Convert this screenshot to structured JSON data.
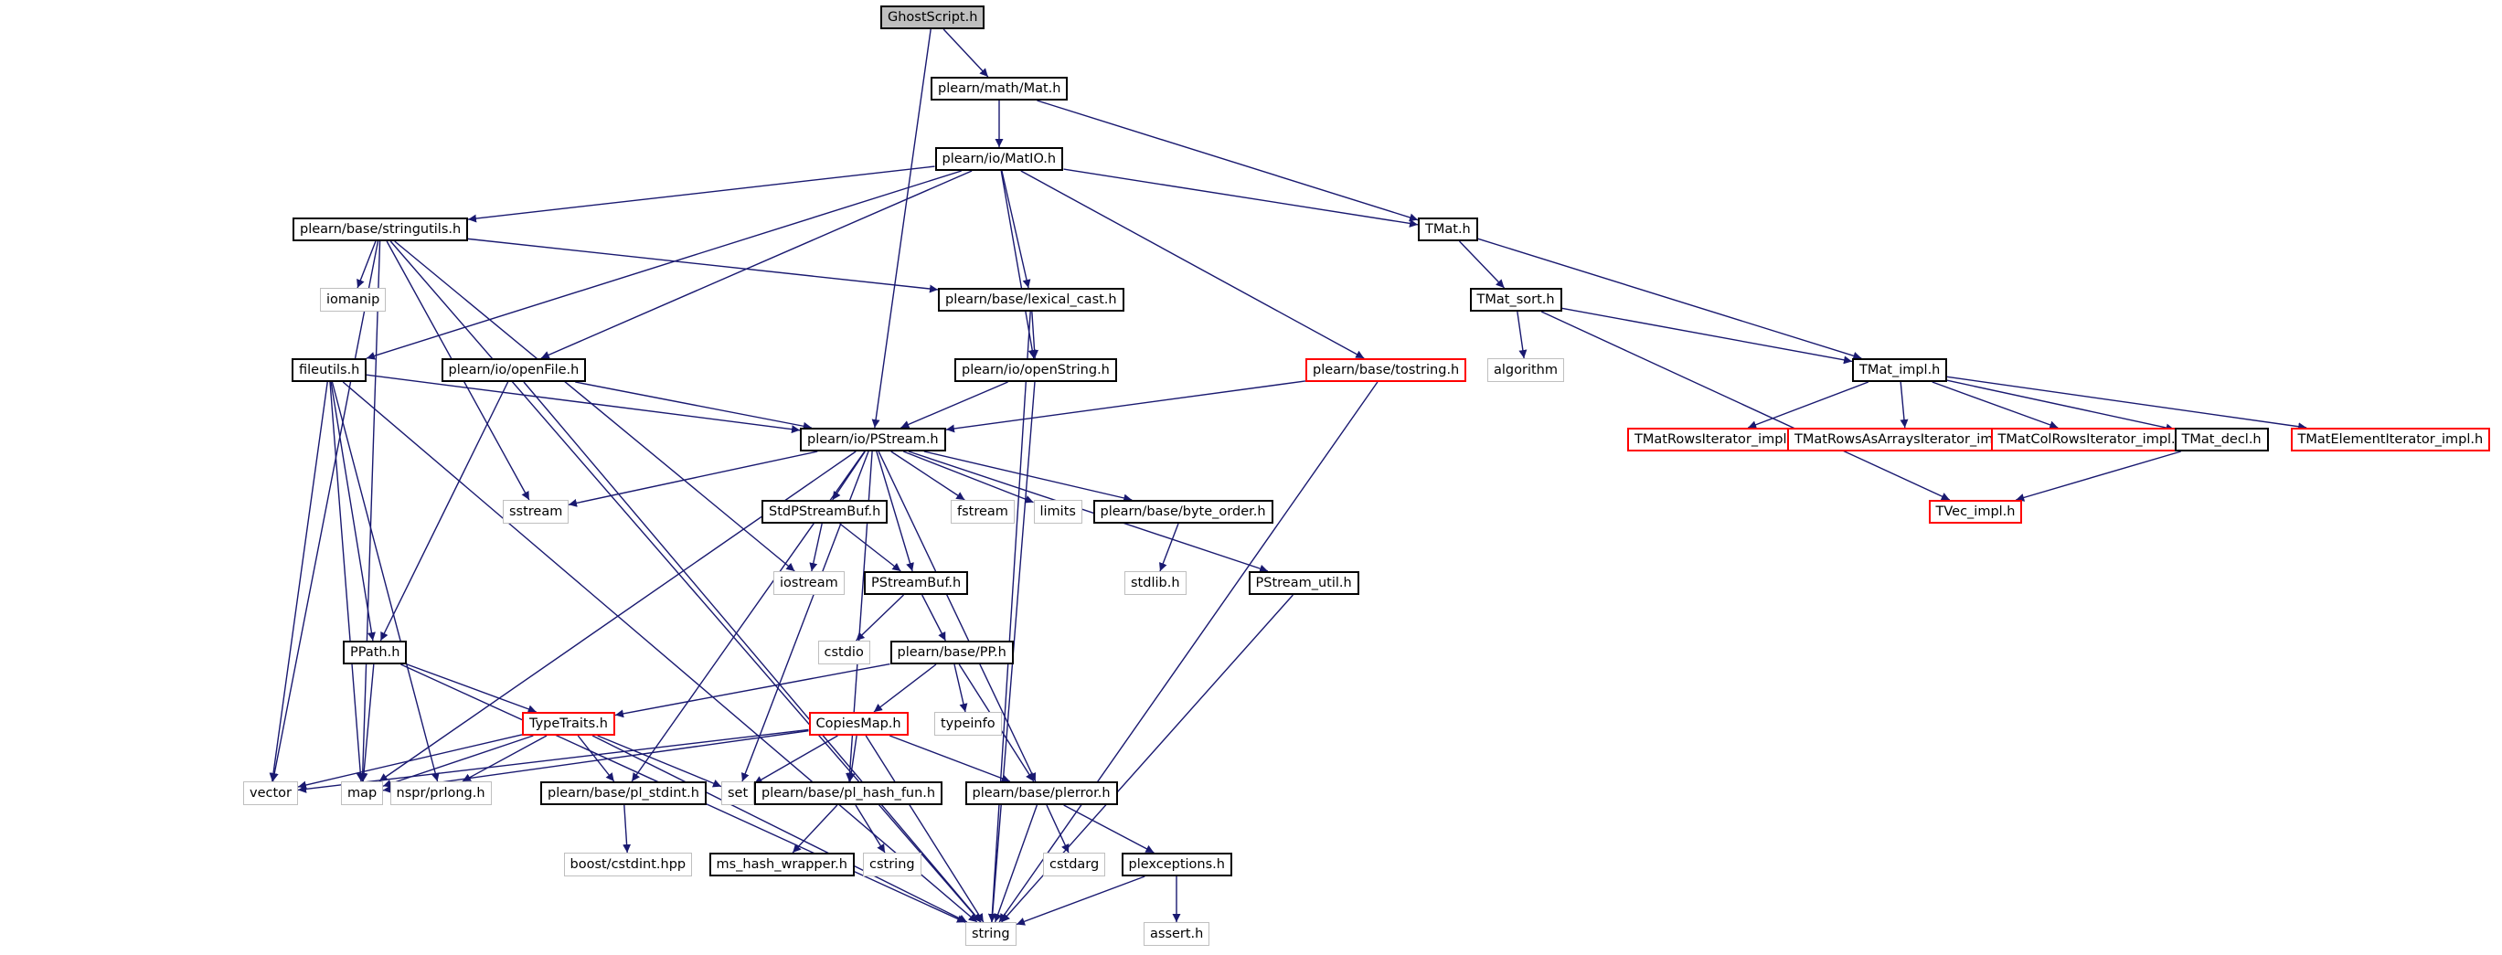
{
  "graph": {
    "nodes": [
      {
        "id": "ghost",
        "label": "GhostScript.h",
        "kind": "root"
      },
      {
        "id": "mat",
        "label": "plearn/math/Mat.h",
        "kind": "normal"
      },
      {
        "id": "matio",
        "label": "plearn/io/MatIO.h",
        "kind": "normal"
      },
      {
        "id": "tmat",
        "label": "TMat.h",
        "kind": "normal"
      },
      {
        "id": "stringutils",
        "label": "plearn/base/stringutils.h",
        "kind": "normal"
      },
      {
        "id": "iomanip",
        "label": "iomanip",
        "kind": "ext"
      },
      {
        "id": "lexical",
        "label": "plearn/base/lexical_cast.h",
        "kind": "normal"
      },
      {
        "id": "tmatsort",
        "label": "TMat_sort.h",
        "kind": "normal"
      },
      {
        "id": "algorithm",
        "label": "algorithm",
        "kind": "ext"
      },
      {
        "id": "fileutils",
        "label": "fileutils.h",
        "kind": "normal"
      },
      {
        "id": "openfile",
        "label": "plearn/io/openFile.h",
        "kind": "normal"
      },
      {
        "id": "openstring",
        "label": "plearn/io/openString.h",
        "kind": "normal"
      },
      {
        "id": "tostring",
        "label": "plearn/base/tostring.h",
        "kind": "trunc"
      },
      {
        "id": "tmatimpl",
        "label": "TMat_impl.h",
        "kind": "normal"
      },
      {
        "id": "pstream",
        "label": "plearn/io/PStream.h",
        "kind": "normal"
      },
      {
        "id": "rowsiter",
        "label": "TMatRowsIterator_impl.h",
        "kind": "trunc"
      },
      {
        "id": "rowsarr",
        "label": "TMatRowsAsArraysIterator_impl.h",
        "kind": "trunc"
      },
      {
        "id": "colrows",
        "label": "TMatColRowsIterator_impl.h",
        "kind": "trunc"
      },
      {
        "id": "tmatdecl",
        "label": "TMat_decl.h",
        "kind": "normal"
      },
      {
        "id": "elemiter",
        "label": "TMatElementIterator_impl.h",
        "kind": "trunc"
      },
      {
        "id": "sstream",
        "label": "sstream",
        "kind": "ext"
      },
      {
        "id": "stdpsbuf",
        "label": "StdPStreamBuf.h",
        "kind": "normal"
      },
      {
        "id": "fstream",
        "label": "fstream",
        "kind": "ext"
      },
      {
        "id": "limits",
        "label": "limits",
        "kind": "ext"
      },
      {
        "id": "byteorder",
        "label": "plearn/base/byte_order.h",
        "kind": "normal"
      },
      {
        "id": "tvecimpl",
        "label": "TVec_impl.h",
        "kind": "trunc"
      },
      {
        "id": "iostream",
        "label": "iostream",
        "kind": "ext"
      },
      {
        "id": "psbuf",
        "label": "PStreamBuf.h",
        "kind": "normal"
      },
      {
        "id": "stdlib",
        "label": "stdlib.h",
        "kind": "ext"
      },
      {
        "id": "psutil",
        "label": "PStream_util.h",
        "kind": "normal"
      },
      {
        "id": "cstdio",
        "label": "cstdio",
        "kind": "ext"
      },
      {
        "id": "pp",
        "label": "plearn/base/PP.h",
        "kind": "normal"
      },
      {
        "id": "ppath",
        "label": "PPath.h",
        "kind": "normal"
      },
      {
        "id": "typetraits",
        "label": "TypeTraits.h",
        "kind": "trunc"
      },
      {
        "id": "copiesmap",
        "label": "CopiesMap.h",
        "kind": "trunc"
      },
      {
        "id": "typeinfo",
        "label": "typeinfo",
        "kind": "ext"
      },
      {
        "id": "vector",
        "label": "vector",
        "kind": "ext"
      },
      {
        "id": "map",
        "label": "map",
        "kind": "ext"
      },
      {
        "id": "prlong",
        "label": "nspr/prlong.h",
        "kind": "ext"
      },
      {
        "id": "plstdint",
        "label": "plearn/base/pl_stdint.h",
        "kind": "normal"
      },
      {
        "id": "set",
        "label": "set",
        "kind": "ext"
      },
      {
        "id": "plhash",
        "label": "plearn/base/pl_hash_fun.h",
        "kind": "normal"
      },
      {
        "id": "plerror",
        "label": "plearn/base/plerror.h",
        "kind": "normal"
      },
      {
        "id": "cstdint",
        "label": "boost/cstdint.hpp",
        "kind": "ext"
      },
      {
        "id": "mshash",
        "label": "ms_hash_wrapper.h",
        "kind": "normal"
      },
      {
        "id": "cstring",
        "label": "cstring",
        "kind": "ext"
      },
      {
        "id": "cstdarg",
        "label": "cstdarg",
        "kind": "ext"
      },
      {
        "id": "plexc",
        "label": "plexceptions.h",
        "kind": "normal"
      },
      {
        "id": "string",
        "label": "string",
        "kind": "ext"
      },
      {
        "id": "assert",
        "label": "assert.h",
        "kind": "ext"
      }
    ],
    "edges": [
      [
        "ghost",
        "mat"
      ],
      [
        "ghost",
        "pstream"
      ],
      [
        "mat",
        "matio"
      ],
      [
        "mat",
        "tmat"
      ],
      [
        "matio",
        "stringutils"
      ],
      [
        "matio",
        "tmat"
      ],
      [
        "matio",
        "lexical"
      ],
      [
        "matio",
        "fileutils"
      ],
      [
        "matio",
        "openfile"
      ],
      [
        "matio",
        "tostring"
      ],
      [
        "matio",
        "openstring"
      ],
      [
        "tmat",
        "tmatsort"
      ],
      [
        "tmat",
        "tmatimpl"
      ],
      [
        "stringutils",
        "iomanip"
      ],
      [
        "stringutils",
        "lexical"
      ],
      [
        "stringutils",
        "sstream"
      ],
      [
        "stringutils",
        "iostream"
      ],
      [
        "stringutils",
        "vector"
      ],
      [
        "stringutils",
        "map"
      ],
      [
        "stringutils",
        "string"
      ],
      [
        "lexical",
        "openstring"
      ],
      [
        "lexical",
        "string"
      ],
      [
        "tmatsort",
        "algorithm"
      ],
      [
        "tmatsort",
        "tmatimpl"
      ],
      [
        "tmatsort",
        "tvecimpl"
      ],
      [
        "fileutils",
        "pstream"
      ],
      [
        "fileutils",
        "ppath"
      ],
      [
        "fileutils",
        "vector"
      ],
      [
        "fileutils",
        "map"
      ],
      [
        "fileutils",
        "prlong"
      ],
      [
        "fileutils",
        "string"
      ],
      [
        "openfile",
        "pstream"
      ],
      [
        "openfile",
        "ppath"
      ],
      [
        "openfile",
        "string"
      ],
      [
        "openstring",
        "pstream"
      ],
      [
        "openstring",
        "string"
      ],
      [
        "tostring",
        "pstream"
      ],
      [
        "tostring",
        "string"
      ],
      [
        "tmatimpl",
        "rowsiter"
      ],
      [
        "tmatimpl",
        "rowsarr"
      ],
      [
        "tmatimpl",
        "colrows"
      ],
      [
        "tmatimpl",
        "tmatdecl"
      ],
      [
        "tmatimpl",
        "elemiter"
      ],
      [
        "tmatdecl",
        "tvecimpl"
      ],
      [
        "pstream",
        "sstream"
      ],
      [
        "pstream",
        "stdpsbuf"
      ],
      [
        "pstream",
        "fstream"
      ],
      [
        "pstream",
        "limits"
      ],
      [
        "pstream",
        "byteorder"
      ],
      [
        "pstream",
        "psutil"
      ],
      [
        "pstream",
        "psbuf"
      ],
      [
        "pstream",
        "map"
      ],
      [
        "pstream",
        "set"
      ],
      [
        "pstream",
        "plstdint"
      ],
      [
        "pstream",
        "plhash"
      ],
      [
        "pstream",
        "plerror"
      ],
      [
        "stdpsbuf",
        "iostream"
      ],
      [
        "stdpsbuf",
        "psbuf"
      ],
      [
        "byteorder",
        "stdlib"
      ],
      [
        "psbuf",
        "cstdio"
      ],
      [
        "psbuf",
        "pp"
      ],
      [
        "psutil",
        "string"
      ],
      [
        "pp",
        "typetraits"
      ],
      [
        "pp",
        "copiesmap"
      ],
      [
        "pp",
        "typeinfo"
      ],
      [
        "pp",
        "plerror"
      ],
      [
        "ppath",
        "typetraits"
      ],
      [
        "ppath",
        "map"
      ],
      [
        "ppath",
        "string"
      ],
      [
        "typetraits",
        "vector"
      ],
      [
        "typetraits",
        "map"
      ],
      [
        "typetraits",
        "prlong"
      ],
      [
        "typetraits",
        "plstdint"
      ],
      [
        "typetraits",
        "set"
      ],
      [
        "typetraits",
        "string"
      ],
      [
        "copiesmap",
        "vector"
      ],
      [
        "copiesmap",
        "map"
      ],
      [
        "copiesmap",
        "set"
      ],
      [
        "copiesmap",
        "plhash"
      ],
      [
        "copiesmap",
        "plerror"
      ],
      [
        "copiesmap",
        "string"
      ],
      [
        "plstdint",
        "cstdint"
      ],
      [
        "plhash",
        "mshash"
      ],
      [
        "plhash",
        "cstring"
      ],
      [
        "plerror",
        "cstdarg"
      ],
      [
        "plerror",
        "plexc"
      ],
      [
        "plerror",
        "string"
      ],
      [
        "plexc",
        "string"
      ],
      [
        "plexc",
        "assert"
      ]
    ]
  }
}
